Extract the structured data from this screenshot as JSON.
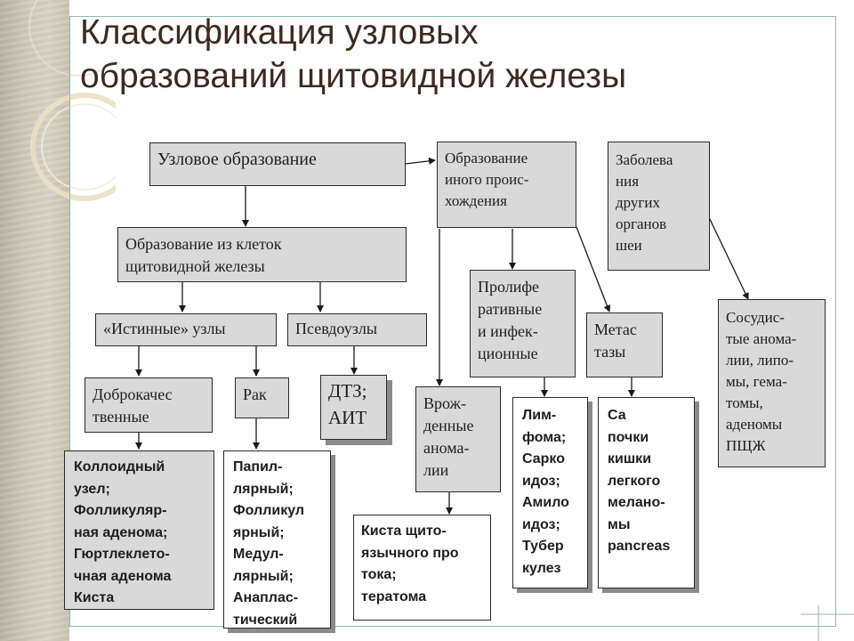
{
  "slide": {
    "title_line1": "Классификация узловых",
    "title_line2": "образований щитовидной железы"
  },
  "boxes": {
    "nodular": "Узловое образование",
    "other_origin": "Образование\nиного проис-\nхождения",
    "other_organs": "Заболева\nния\nдругих\nорганов\nшеи",
    "thyroid_cells": "Образование из клеток\nщитовидной железы",
    "true_nodes": "«Истинные» узлы",
    "pseudo_nodes": "Псевдоузлы",
    "proliferative": "Пролифе\nративные\nи инфек-\nционные",
    "metastases": "Метас\nтазы",
    "vascular": "Сосудис-\nтые анома-\nлии, липо-\nмы, гема-\nтомы,\nаденомы\nПЩЖ",
    "benign": "Доброкачес\nтвенные",
    "cancer": "Рак",
    "dtz": "ДТЗ;\nАИТ",
    "congenital": "Врож-\nденные\nанома-\nлии",
    "benign_list": "Коллоидный\nузел;\nФолликуляр-\nная аденома;\nГюртлеклето-\nчная аденома\nКиста",
    "cancer_list": "Папил-\nлярный;\nФолликул\nярный;\nМедул-\nлярный;\nАнаплас-\nтический",
    "cyst_list": "Киста щито-\nязычного про\nтока;\nтератома",
    "lymphoma_list": "Лим-\nфома;\nСарко\nидоз;\nАмило\nидоз;\nТубер\nкулез",
    "metastasis_list": "Са\nпочки\nкишки\nлегкого\nмелано-\nмы\npancreas"
  },
  "colors": {
    "title": "#3e2a20",
    "box_fill": "#d9d9d9",
    "frame_line": "#8fb8ad",
    "side_texture": "#cfcbbd"
  }
}
